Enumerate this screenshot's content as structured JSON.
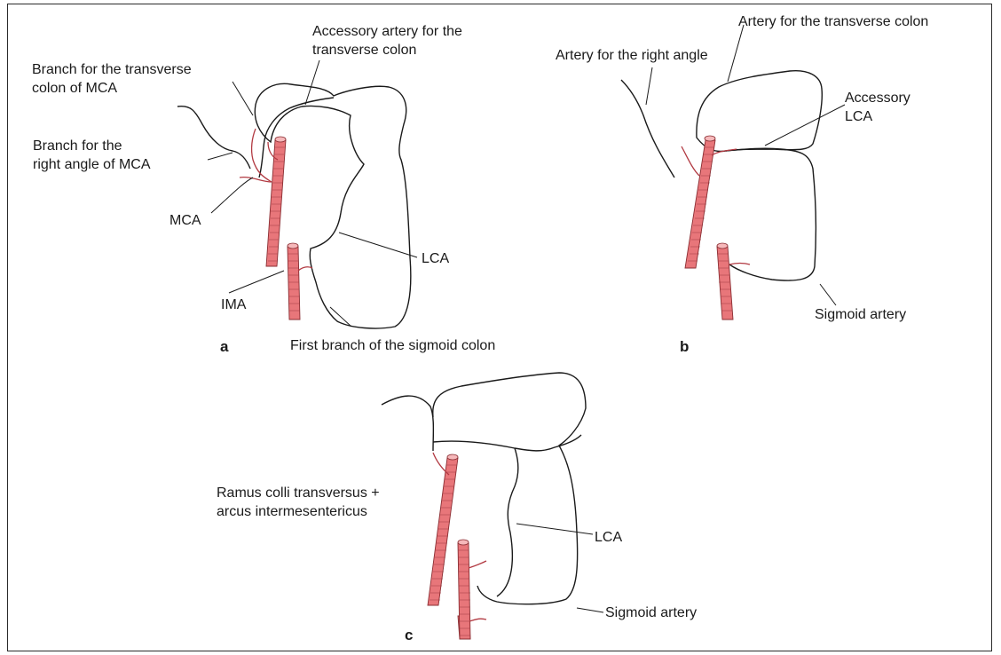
{
  "panels": {
    "a": {
      "letter": "a",
      "labels": {
        "accessory_artery": "Accessory artery for the\ntransverse colon",
        "branch_transverse": "Branch for the transverse\ncolon of MCA",
        "branch_right_angle": "Branch for the\nright angle of MCA",
        "mca": "MCA",
        "lca": "LCA",
        "ima": "IMA",
        "first_branch_sigmoid": "First branch of the sigmoid colon"
      }
    },
    "b": {
      "letter": "b",
      "labels": {
        "artery_transverse": "Artery for the transverse colon",
        "artery_right_angle": "Artery for the right angle",
        "accessory_lca": "Accessory\nLCA",
        "sigmoid_artery": "Sigmoid artery"
      }
    },
    "c": {
      "letter": "c",
      "labels": {
        "ramus": "Ramus colli transversus +\narcus intermesentericus",
        "lca": "LCA",
        "sigmoid_artery": "Sigmoid artery"
      }
    }
  },
  "colors": {
    "vessel_fill": "#e8767a",
    "vessel_stroke": "#8a2e33",
    "line": "#1a1a1a"
  }
}
